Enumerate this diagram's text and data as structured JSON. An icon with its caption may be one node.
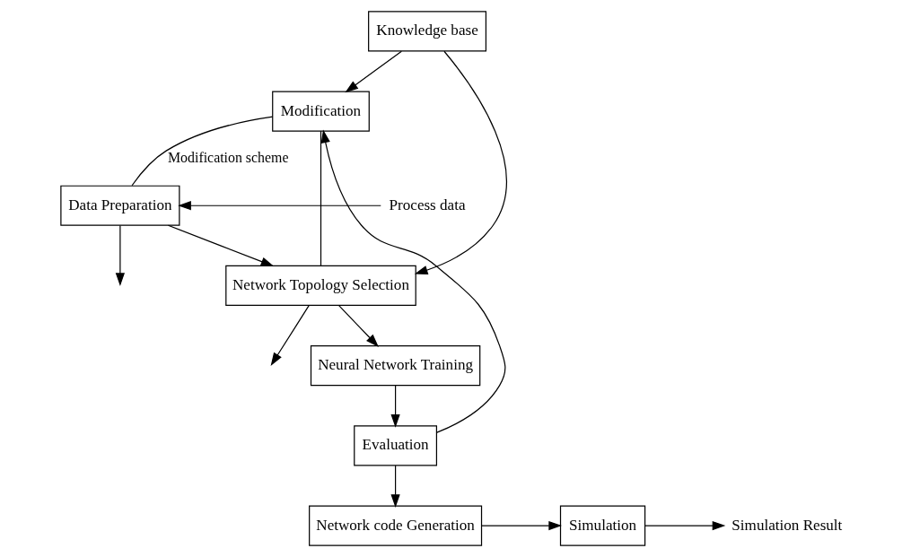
{
  "diagram": {
    "nodes": [
      {
        "text": [
          "Modification"
        ]
      },
      {
        "text": [
          "Knowledge base"
        ]
      },
      {
        "text": [
          "Process data"
        ]
      },
      {
        "text": [
          "Data Preparation"
        ]
      },
      {
        "text": [
          "Network Topology Selection"
        ]
      },
      {
        "text": [
          "Neural Network Training"
        ]
      },
      {
        "text": [
          "Evaluation"
        ]
      },
      {
        "text": [
          "Network code Generation"
        ]
      },
      {
        "text": [
          "Simulation"
        ]
      },
      {
        "text": [
          "Simulation Result"
        ]
      }
    ],
    "edges": [
      {
        "from": 1,
        "to": 0,
        "arrow": "to"
      },
      {
        "from": 6,
        "to": 0,
        "arrow": "to"
      },
      {
        "from": 0,
        "to": 3,
        "arrow": "none",
        "label": "Modification scheme"
      },
      {
        "from": 0,
        "to": 4,
        "arrow": "none"
      },
      {
        "from": 1,
        "to": 4,
        "arrow": "to"
      },
      {
        "from": 2,
        "to": 3,
        "arrow": "to"
      },
      {
        "from": 3,
        "to": 4,
        "arrow": "to"
      },
      {
        "from": 3,
        "to": null,
        "arrow": "to"
      },
      {
        "from": 4,
        "to": 5,
        "arrow": "to"
      },
      {
        "from": 4,
        "to": null,
        "arrow": "to"
      },
      {
        "from": 5,
        "to": 6,
        "arrow": "to"
      },
      {
        "from": 6,
        "to": 7,
        "arrow": "to"
      },
      {
        "from": 7,
        "to": 8,
        "arrow": "to"
      },
      {
        "from": 8,
        "to": 9,
        "arrow": "to"
      }
    ]
  }
}
